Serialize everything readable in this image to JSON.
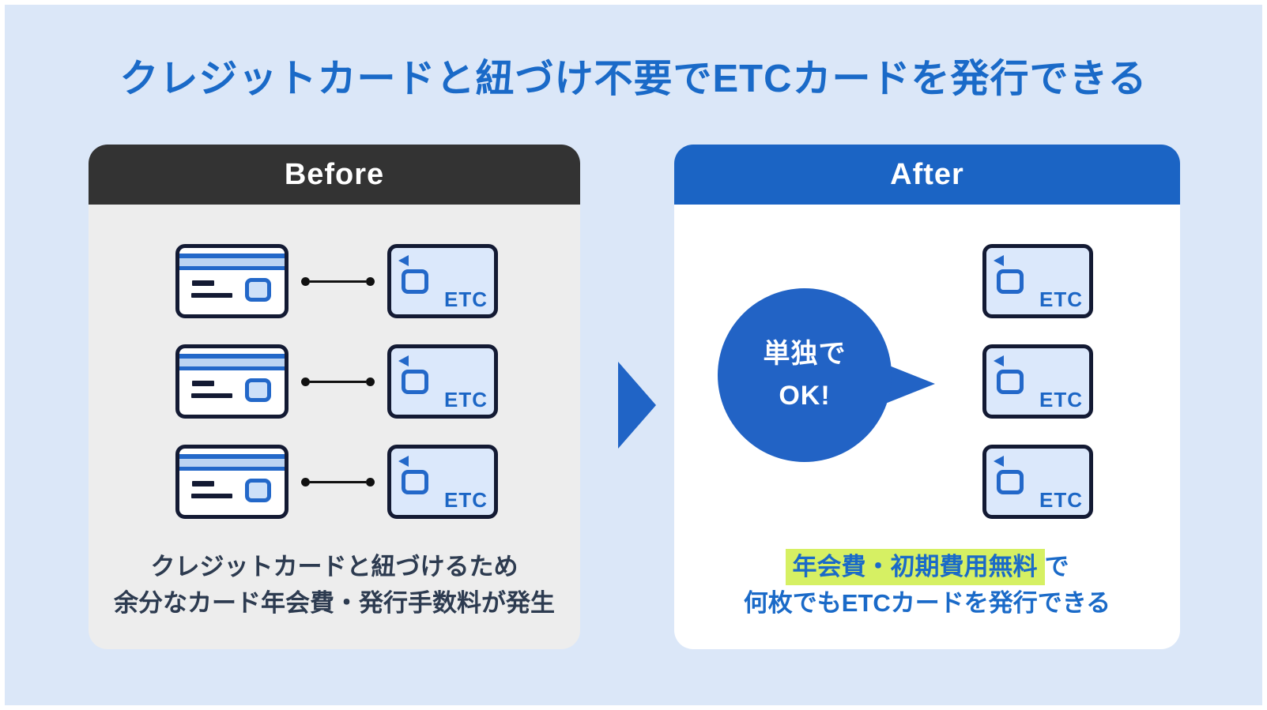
{
  "page": {
    "title": "クレジットカードと紐づけ不要でETCカードを発行できる"
  },
  "colors": {
    "page_background": "#dbe7f8",
    "outer_frame": "#ffffff",
    "title_blue": "#1a6ac8",
    "before_header_bg": "#333333",
    "before_body_bg": "#ededed",
    "after_header_bg": "#1b64c4",
    "after_body_bg": "#ffffff",
    "card_border_navy": "#131a33",
    "accent_blue": "#2368c9",
    "etc_card_fill": "#dbe8fb",
    "chip_fill": "#cde0f8",
    "stripe_light_blue": "#bcd4f2",
    "connector_black": "#111111",
    "speech_bubble_blue": "#2263c5",
    "transition_arrow_blue": "#2064c6",
    "highlight_yellow_green": "#d6f063",
    "before_caption_color": "#2d3b50",
    "after_caption_color": "#1a6ac8",
    "etc_text_blue": "#1c66c5"
  },
  "icons": {
    "credit_card": "credit-card-icon",
    "etc_card": "etc-card-icon",
    "etc_corner_triangle": "left-triangle-icon",
    "link_connector": "link-connector-icon",
    "transition_arrow": "right-arrow-icon",
    "speech_bubble": "speech-bubble"
  },
  "shared": {
    "etc_label": "ETC"
  },
  "before_panel": {
    "header_label": "Before",
    "row_count": 3,
    "rows": [
      {
        "left": "credit-card",
        "link": "linked",
        "right": "etc-card"
      },
      {
        "left": "credit-card",
        "link": "linked",
        "right": "etc-card"
      },
      {
        "left": "credit-card",
        "link": "linked",
        "right": "etc-card"
      }
    ],
    "caption_line1": "クレジットカードと紐づけるため",
    "caption_line2": "余分なカード年会費・発行手数料が発生"
  },
  "after_panel": {
    "header_label": "After",
    "bubble_line1": "単独で",
    "bubble_line2": "OK!",
    "card_count": 3,
    "caption_highlight": "年会費・初期費用無料",
    "caption_suffix": "で",
    "caption_line2": "何枚でもETCカードを発行できる"
  }
}
